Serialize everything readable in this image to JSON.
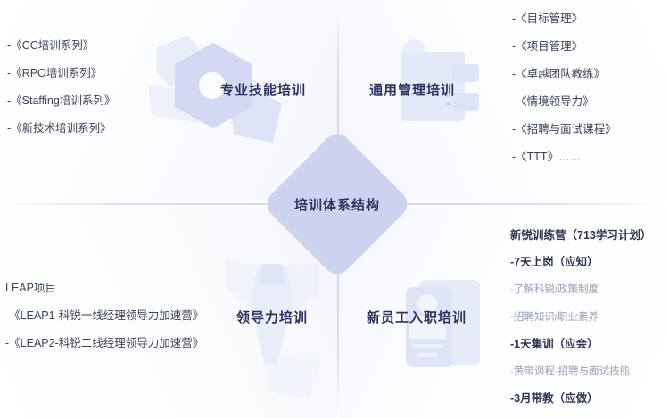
{
  "center": {
    "label": "培训体系结构",
    "color": "#ccd3ef",
    "text_color": "#2e3558"
  },
  "quadrants": {
    "professional_skills": {
      "heading": "专业技能培训",
      "icon": "hexagon-nut-icon",
      "items": [
        "-《CC培训系列》",
        "-《RPO培训系列》",
        "-《Staffing培训系列》",
        "-《新技术培训系列》"
      ]
    },
    "general_management": {
      "heading": "通用管理培训",
      "icon": "document-stack-icon",
      "items": [
        "-《目标管理》",
        "-《项目管理》",
        "-《卓越团队教练》",
        "-《情境领导力》",
        "-《招聘与面试课程》",
        "-《TTT》……"
      ]
    },
    "leadership": {
      "heading": "领导力培训",
      "icon": "necktie-icon",
      "lead": "LEAP项目",
      "items": [
        "-《LEAP1-科锐一线经理领导力加速营》",
        "-《LEAP2-科锐二线经理领导力加速营》"
      ]
    },
    "new_employee": {
      "heading": "新员工入职培训",
      "icon": "id-card-person-icon",
      "rows": [
        {
          "text": "新锐训练营（713学习计划）",
          "style": "strong"
        },
        {
          "text": "-7天上岗（应知）",
          "style": "strong"
        },
        {
          "text": "·了解科锐/政策制度",
          "style": "sub"
        },
        {
          "text": "·招聘知识/职业素养",
          "style": "sub"
        },
        {
          "text": "-1天集训（应会）",
          "style": "strong"
        },
        {
          "text": "·黄带课程-招聘与面试技能",
          "style": "sub"
        },
        {
          "text": "-3月带教（应做）",
          "style": "strong"
        }
      ]
    }
  },
  "colors": {
    "accent": "#ccd3ef",
    "text_dark": "#2b3360",
    "text_body": "#3c4258",
    "text_muted": "#9aa0b4",
    "divider": "#d6dbf0",
    "background": "#ffffff"
  }
}
